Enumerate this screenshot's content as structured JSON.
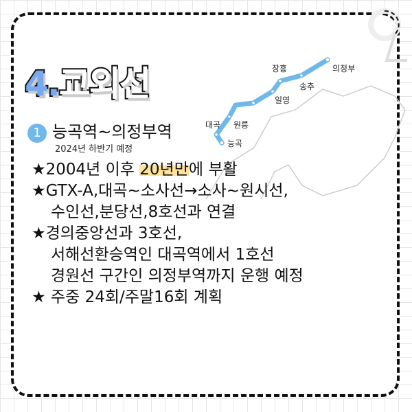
{
  "title": {
    "number": "4.",
    "name": "교외선"
  },
  "section": {
    "badge": "1",
    "route": "능곡역~의정부역",
    "schedule": "2024년 하반기 예정"
  },
  "map": {
    "line_color": "#6fb8ea",
    "stations": [
      "의정부",
      "장흥",
      "송추",
      "일영",
      "원릉",
      "대곡",
      "능곡"
    ]
  },
  "bullets": [
    {
      "pre": "2004년 이후 ",
      "highlight": "20년만",
      "post": "에 부활"
    },
    {
      "line1": "GTX-A,대곡~소사선→소사~원시선,",
      "line2": "수인선,분당선,8호선과 연결"
    },
    {
      "line1": "경의중앙선과 3호선,",
      "line2": "서해선환승역인 대곡역에서 1호선",
      "line3": "경원선 구간인 의정부역까지 운행 예정"
    },
    {
      "line1": " 주중 24회/주말16회 계획"
    }
  ],
  "star": "★",
  "highlight_color": "#fde39a"
}
